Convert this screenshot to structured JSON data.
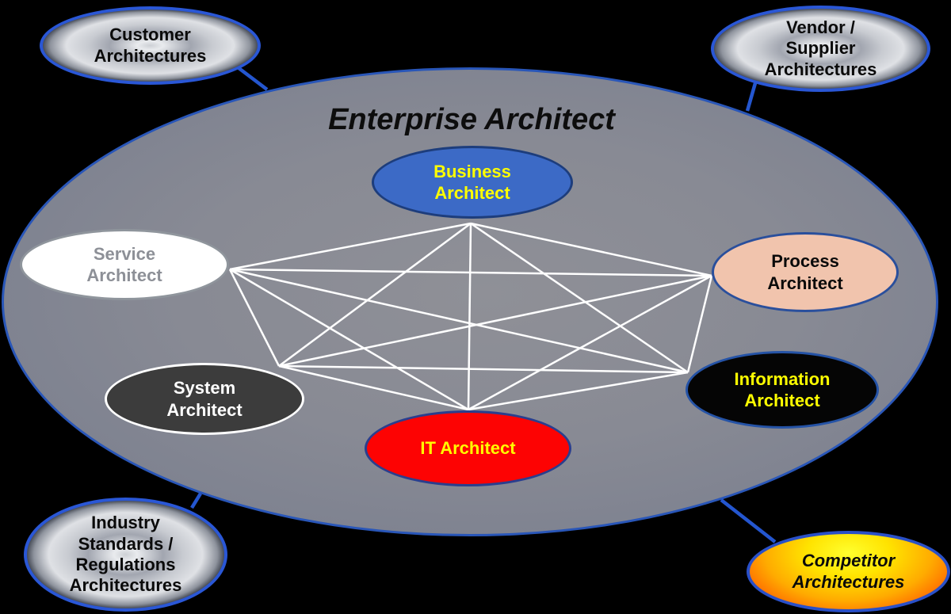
{
  "title": "Enterprise Architect",
  "colors": {
    "background": "#000000",
    "main_ellipse_border": "#2956b8",
    "main_ellipse_fill": "#858893",
    "internal_edge_lines": "#ffffff",
    "external_connector_lines": "#2456cf",
    "silver_ellipse_border": "#2a57d6",
    "business_fill": "#3c6ac6",
    "process_fill": "#f1c4ad",
    "information_fill": "#050505",
    "it_fill": "#fd0303",
    "system_fill": "#3c3c3c",
    "service_fill": "#ffffff",
    "yellow_label": "#ffff00",
    "competitor_gradient": [
      "#ffff2e",
      "#f24900"
    ]
  },
  "inner_nodes": {
    "business": {
      "name": "Business Architect",
      "line1": "Business",
      "line2": "Architect"
    },
    "process": {
      "name": "Process Architect",
      "line1": "Process",
      "line2": "Architect"
    },
    "information": {
      "name": "Information Architect",
      "line1": "Information",
      "line2": "Architect"
    },
    "it": {
      "name": "IT Architect",
      "line1": "IT Architect"
    },
    "system": {
      "name": "System Architect",
      "line1": "System",
      "line2": "Architect"
    },
    "service": {
      "name": "Service Architect",
      "line1": "Service",
      "line2": "Architect"
    }
  },
  "outer_nodes": {
    "customer": {
      "name": "Customer Architectures",
      "line1": "Customer",
      "line2": "Architectures"
    },
    "vendor": {
      "name": "Vendor / Supplier Architectures",
      "line1": "Vendor /",
      "line2": "Supplier",
      "line3": "Architectures"
    },
    "industry": {
      "name": "Industry Standards / Regulations Architectures",
      "line1": "Industry",
      "line2": "Standards /",
      "line3": "Regulations",
      "line4": "Architectures"
    },
    "competitor": {
      "name": "Competitor Architectures",
      "line1": "Competitor",
      "line2": "Architectures"
    }
  },
  "edges": {
    "internal_pairs": [
      [
        "Business Architect",
        "Service Architect"
      ],
      [
        "Business Architect",
        "Process Architect"
      ],
      [
        "Business Architect",
        "System Architect"
      ],
      [
        "Business Architect",
        "Information Architect"
      ],
      [
        "Business Architect",
        "IT Architect"
      ],
      [
        "Service Architect",
        "Process Architect"
      ],
      [
        "Service Architect",
        "System Architect"
      ],
      [
        "Service Architect",
        "Information Architect"
      ],
      [
        "Service Architect",
        "IT Architect"
      ],
      [
        "Process Architect",
        "System Architect"
      ],
      [
        "Process Architect",
        "Information Architect"
      ],
      [
        "Process Architect",
        "IT Architect"
      ],
      [
        "System Architect",
        "Information Architect"
      ],
      [
        "System Architect",
        "IT Architect"
      ],
      [
        "Information Architect",
        "IT Architect"
      ]
    ],
    "external_links": [
      [
        "Customer Architectures",
        "Enterprise Architect"
      ],
      [
        "Vendor / Supplier Architectures",
        "Enterprise Architect"
      ],
      [
        "Industry Standards / Regulations Architectures",
        "Enterprise Architect"
      ],
      [
        "Competitor Architectures",
        "Enterprise Architect"
      ]
    ]
  }
}
